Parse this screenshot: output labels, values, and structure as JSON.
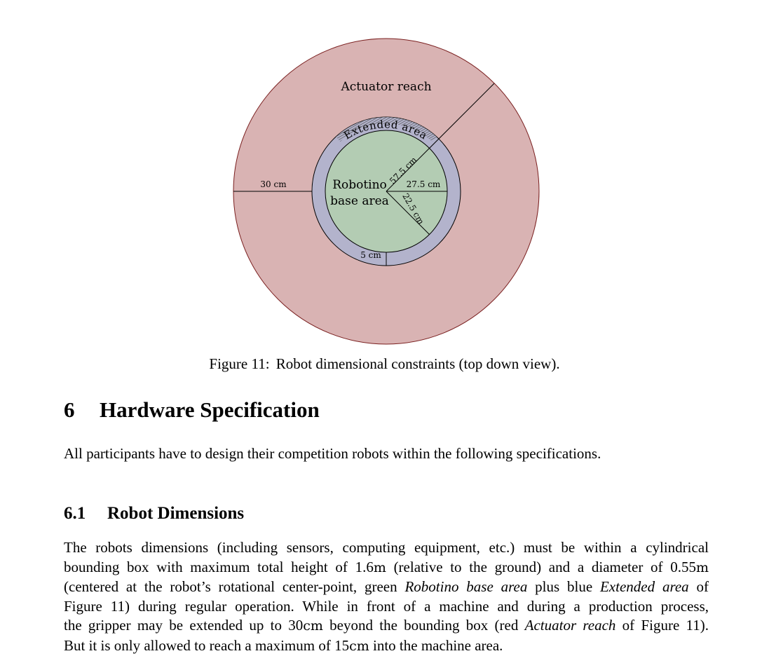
{
  "figure": {
    "labels": {
      "actuator_reach": "Actuator reach",
      "extended_area": "Extended area",
      "robotino": "Robotino",
      "base_area": "base area",
      "dim_57": "57.5 cm",
      "dim_27": "27.5 cm",
      "dim_22": "22.5 cm",
      "dim_30": "30 cm",
      "dim_5": "5 cm"
    },
    "colors": {
      "actuator_fill": "#d9b3b3",
      "actuator_stroke": "#7a1f1f",
      "extended_fill": "#b3b3cc",
      "base_fill": "#b3ccb3",
      "line": "#000000"
    },
    "caption": {
      "number": "Figure 11:",
      "text": "Robot dimensional constraints (top down view)."
    }
  },
  "section": {
    "number": "6",
    "title": "Hardware Specification",
    "intro": "All participants have to design their competition robots within the following specifications."
  },
  "subsection": {
    "number": "6.1",
    "title": "Robot Dimensions",
    "paragraph": {
      "l1": "The robots dimensions (including sensors, computing equipment, etc.)  must be within a cylindrical",
      "l2a": "bounding box with maximum total height of ",
      "l2_val1": "1.6",
      "l2_unit1": "m",
      "l2b": " (relative to the ground) and a diameter of ",
      "l2_val2": "0.55",
      "l2_unit2": "m",
      "l3a": "(centered at the robot’s rotational center-point, green ",
      "l3_em1": "Robotino base area",
      "l3b": " plus blue ",
      "l3_em2": "Extended area",
      "l3c": " of",
      "l4": "Figure 11) during regular operation.  While in front of a machine and during a production process,",
      "l5a": "the gripper may be extended up to ",
      "l5_val": "30",
      "l5_unit": "cm",
      "l5b": " beyond the bounding box (red ",
      "l5_em": "Actuator reach",
      "l5c": " of Figure 11).",
      "l6a": "But it is only allowed to reach a maximum of ",
      "l6_val": "15",
      "l6_unit": "cm",
      "l6b": " into the machine area."
    }
  }
}
